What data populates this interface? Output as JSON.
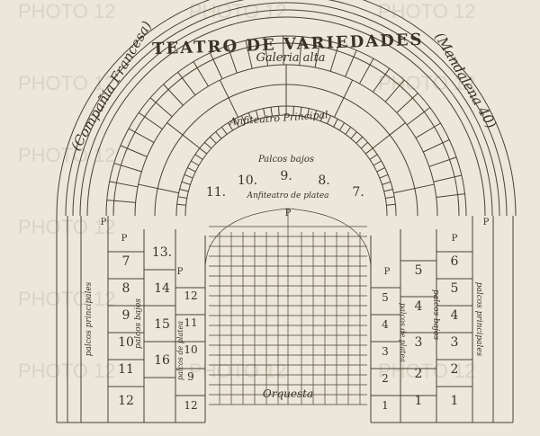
{
  "title": "TEATRO DE VARIEDADES",
  "company": "(Compañia Francesa)",
  "address": "(Mandalena 40)",
  "sections": {
    "galeria_alta": "Galeria alta",
    "anfiteatro_principal": "Anfiteatro Principal",
    "palcos_bajos": "Palcos bajos",
    "anfiteatro_platea": "Anfiteatro de platea",
    "orquesta": "Orquesta",
    "palcos_principales_left": "palcos principales",
    "palcos_bajos_left": "palcos bajos",
    "palcos_platea_left": "palcos de platea",
    "palcos_platea_right": "palcos de platea",
    "palcos_bajos_right": "palcos bajos",
    "palcos_principales_right": "palcos principales"
  },
  "center_boxes": [
    "11.",
    "10.",
    "9.",
    "8.",
    "7."
  ],
  "left_outer_boxes": [
    "7",
    "8",
    "9",
    "10",
    "11",
    "12"
  ],
  "left_mid_boxes": [
    "13.",
    "14",
    "15",
    "16"
  ],
  "left_inner_boxes": [
    "12",
    "11",
    "10",
    "9",
    "12"
  ],
  "right_outer_boxes": [
    "6",
    "5",
    "4",
    "3",
    "2",
    "1"
  ],
  "right_mid_boxes": [
    "5",
    "4",
    "3",
    "2",
    "1"
  ],
  "right_inner_boxes": [
    "5",
    "4",
    "3",
    "2",
    "1"
  ],
  "p_marker": "P",
  "watermark": "PHOTO 12",
  "colors": {
    "paper": "#ece7da",
    "ink": "#4a4030"
  }
}
